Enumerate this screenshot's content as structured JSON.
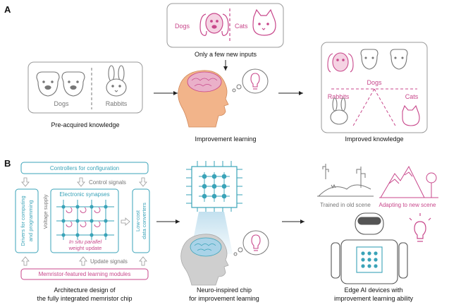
{
  "panel_a": {
    "letter": "A",
    "new_inputs": {
      "dogs": "Dogs",
      "cats": "Cats",
      "caption": "Only a few new inputs"
    },
    "preacquired": {
      "dogs": "Dogs",
      "rabbits": "Rabbits",
      "caption": "Pre-acquired knowledge"
    },
    "improvement_learning": "Improvement learning",
    "improved": {
      "dogs": "Dogs",
      "rabbits": "Rabbits",
      "cats": "Cats",
      "caption": "Improved knowledge"
    }
  },
  "panel_b": {
    "letter": "B",
    "controllers": "Controllers for configuration",
    "control_signals": "Control signals",
    "drivers_line1": "Drivers for computing",
    "drivers_line2": "and programming",
    "voltage_supply": "Voltage supply",
    "synapses": "Electronic synapses",
    "insitu_line1": "In situ parallel",
    "insitu_line2": "weight update",
    "converters_line1": "Low-cost",
    "converters_line2": "data converters",
    "update_signals": "Update signals",
    "learning_modules": "Memristor-featured learning modules",
    "arch_caption_line1": "Architecture design of",
    "arch_caption_line2": "the fully integrated memristor chip",
    "chip_caption_line1": "Neuro-inspired chip",
    "chip_caption_line2": "for improvement learning",
    "old_scene": "Trained in old scene",
    "new_scene": "Adapting to new scene",
    "edge_caption_line1": "Edge AI devices with",
    "edge_caption_line2": "improvement learning ability"
  },
  "colors": {
    "pink": "#c8478b",
    "teal": "#3aa3b8",
    "gray": "#777777",
    "brain_pink": "#eab0c9",
    "brain_blue": "#a9d3e8",
    "skin": "#f2b48a"
  }
}
